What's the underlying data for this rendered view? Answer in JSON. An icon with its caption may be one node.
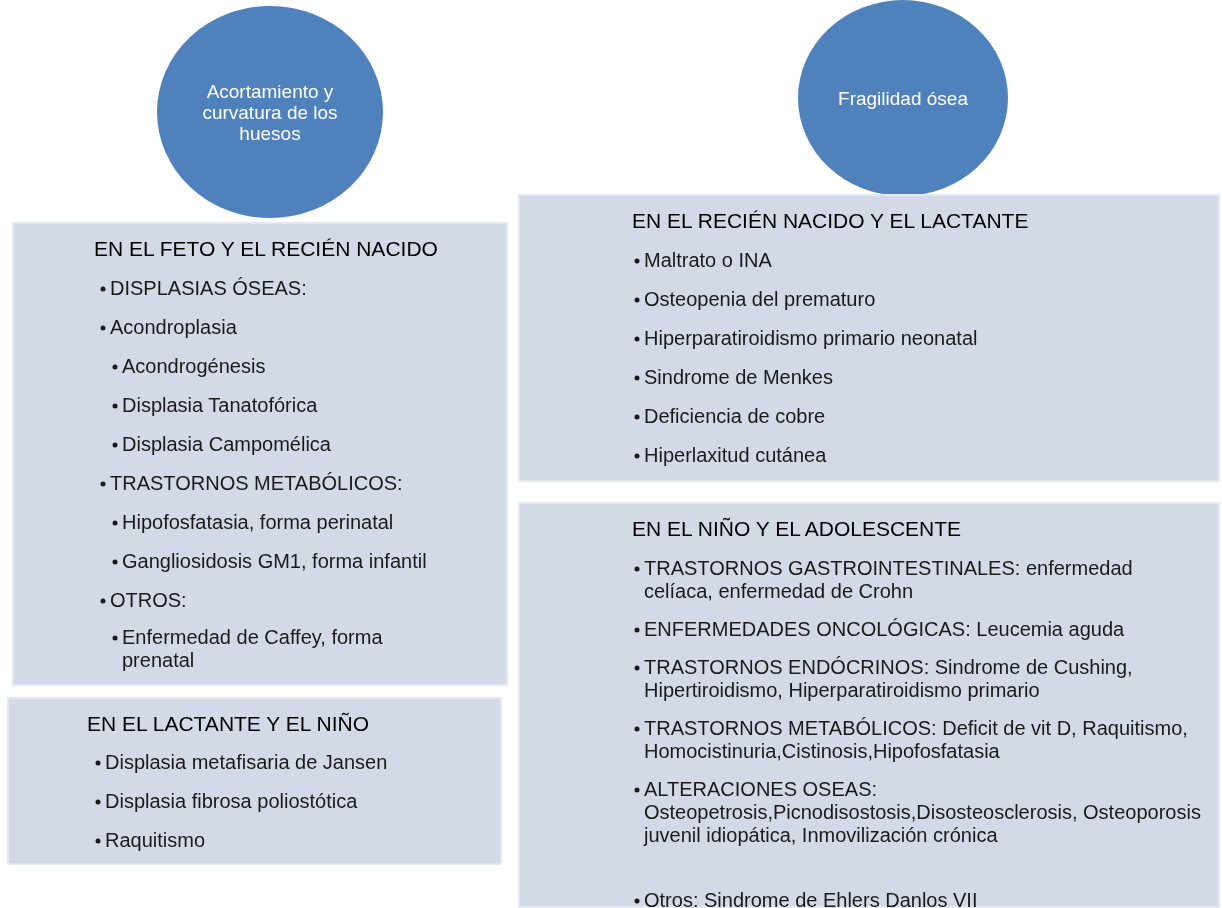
{
  "diagram": {
    "nodes": [
      {
        "text": [
          "Acortamiento y curvatura de los huesos"
        ]
      },
      {
        "text": [
          "Fragilidad ósea"
        ]
      },
      {
        "text": [
          "EN EL FETO Y EL RECIÉN NACIDO",
          "DISPLASIAS ÓSEAS:",
          "Acondroplasia",
          "Acondrogénesis",
          "Displasia Tanatofórica",
          "Displasia Campomélica",
          "TRASTORNOS METABÓLICOS:",
          "Hipofosfatasia, forma perinatal",
          "Gangliosidosis GM1, forma infantil",
          "OTROS:",
          "Enfermedad de Caffey, forma prenatal"
        ]
      },
      {
        "text": [
          "EN EL RECIÉN NACIDO Y EL LACTANTE",
          "Maltrato o INA",
          "Osteopenia del prematuro",
          "Hiperparatiroidismo primario neonatal",
          "Sindrome de Menkes",
          "Deficiencia de cobre",
          "Hiperlaxitud cutánea"
        ]
      },
      {
        "text": [
          "EN EL LACTANTE Y EL NIÑO",
          "Displasia metafisaria de Jansen",
          "Displasia fibrosa poliostótica",
          "Raquitismo"
        ]
      },
      {
        "text": [
          "EN EL NIÑO Y EL ADOLESCENTE",
          "TRASTORNOS GASTROINTESTINALES: enfermedad celíaca, enfermedad de Crohn",
          "ENFERMEDADES ONCOLÓGICAS: Leucemia aguda",
          "TRASTORNOS ENDÓCRINOS: Sindrome de Cushing, Hipertiroidismo, Hiperparatiroidismo primario",
          "TRASTORNOS METABÓLICOS: Deficit de vit D, Raquitismo, Homocistinuria,Cistinosis,Hipofosfatasia",
          "ALTERACIONES OSEAS: Osteopetrosis,Picnodisostosis,Disosteosclerosis, Osteoporosis juvenil idiopática, Inmovilización crónica",
          "Otros: Sindrome de Ehlers Danlos VII"
        ]
      }
    ]
  }
}
